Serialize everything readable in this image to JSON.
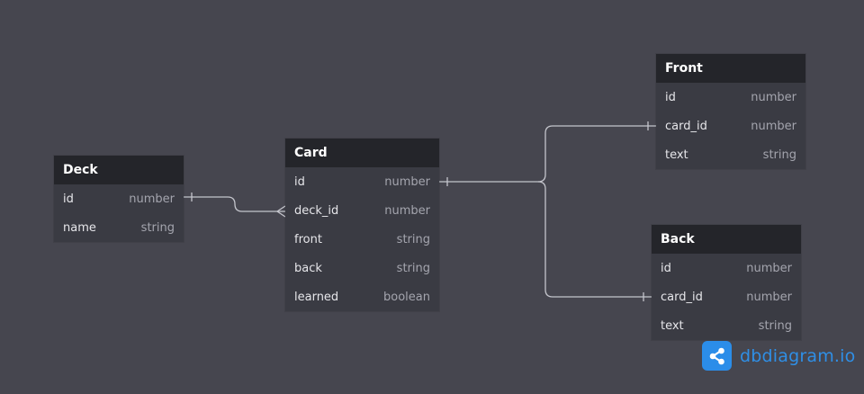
{
  "tables": {
    "deck": {
      "name": "Deck",
      "fields": [
        {
          "name": "id",
          "type": "number"
        },
        {
          "name": "name",
          "type": "string"
        }
      ]
    },
    "card": {
      "name": "Card",
      "fields": [
        {
          "name": "id",
          "type": "number"
        },
        {
          "name": "deck_id",
          "type": "number"
        },
        {
          "name": "front",
          "type": "string"
        },
        {
          "name": "back",
          "type": "string"
        },
        {
          "name": "learned",
          "type": "boolean"
        }
      ]
    },
    "front": {
      "name": "Front",
      "fields": [
        {
          "name": "id",
          "type": "number"
        },
        {
          "name": "card_id",
          "type": "number"
        },
        {
          "name": "text",
          "type": "string"
        }
      ]
    },
    "back": {
      "name": "Back",
      "fields": [
        {
          "name": "id",
          "type": "number"
        },
        {
          "name": "card_id",
          "type": "number"
        },
        {
          "name": "text",
          "type": "string"
        }
      ]
    }
  },
  "relationships": [
    {
      "from": "Deck.id",
      "to": "Card.deck_id",
      "cardinality": "one-to-many"
    },
    {
      "from": "Card.id",
      "to": "Front.card_id",
      "cardinality": "one-to-one"
    },
    {
      "from": "Card.id",
      "to": "Back.card_id",
      "cardinality": "one-to-one"
    }
  ],
  "brand": {
    "text": "dbdiagram.io",
    "icon": "share-nodes-icon"
  },
  "colors": {
    "background": "#46464f",
    "table_header": "#24252a",
    "table_body": "#3a3b43",
    "connector": "#c4c5cc",
    "brand": "#2b8de9"
  }
}
